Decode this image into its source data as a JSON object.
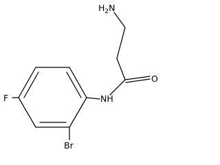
{
  "structure": {
    "atoms": {
      "amine_prefix": "H",
      "amine_subscript": "2",
      "amine_suffix": "N",
      "carbonyl_oxygen": "O",
      "amide_nitrogen": "NH",
      "fluorine": "F",
      "bromine": "Br"
    }
  }
}
